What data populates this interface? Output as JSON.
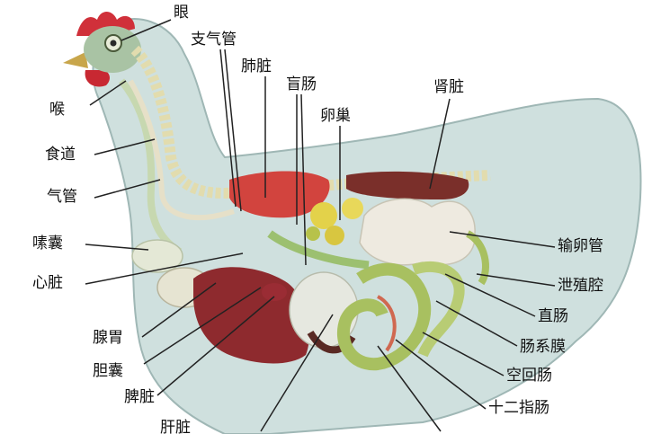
{
  "labels": {
    "eye": "眼",
    "trachea_top": "支气管",
    "lung": "肺脏",
    "cecum": "盲肠",
    "ovary": "卵巢",
    "kidney": "肾脏",
    "larynx": "喉",
    "esophagus": "食道",
    "trachea": "气管",
    "crop": "嗉囊",
    "heart": "心脏",
    "proventriculus": "腺胃",
    "gallbladder": "胆囊",
    "spleen": "脾脏",
    "liver": "肝脏",
    "oviduct": "输卵管",
    "cloaca": "泄殖腔",
    "rectum": "直肠",
    "mesentery": "肠系膜",
    "jejunum_ileum": "空回肠",
    "duodenum": "十二指肠"
  },
  "colors": {
    "body": "#cfe0de",
    "outline": "#9fb7b5",
    "comb": "#d0303a",
    "beak": "#c8a64b",
    "liver": "#8e2a2e",
    "lung": "#d2443e",
    "kidney": "#7a2f2a",
    "intestine_green": "#a8c060",
    "yolk": "#e3d24a",
    "oviduct": "#eeeae0",
    "leader": "#222222"
  }
}
